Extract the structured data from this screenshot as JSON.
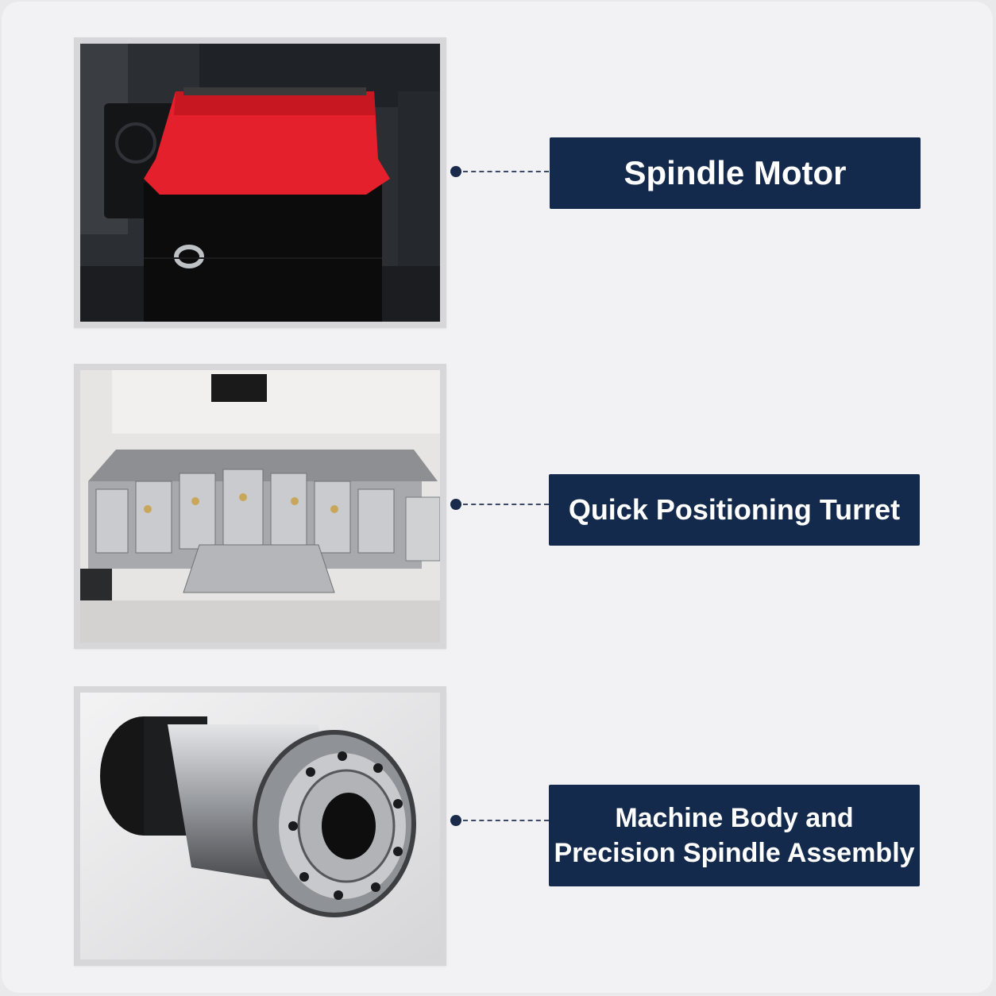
{
  "components": [
    {
      "label": "Spindle Motor",
      "image": "spindle-motor-photo"
    },
    {
      "label": "Quick Positioning Turret",
      "image": "turret-photo"
    },
    {
      "label_lines": [
        "Machine Body and",
        "Precision Spindle Assembly"
      ],
      "image": "spindle-assembly-photo"
    }
  ],
  "colors": {
    "label_bg": "#142a4d",
    "label_text": "#ffffff",
    "connector": "#1a2a4a",
    "motor_red": "#e3202b"
  }
}
